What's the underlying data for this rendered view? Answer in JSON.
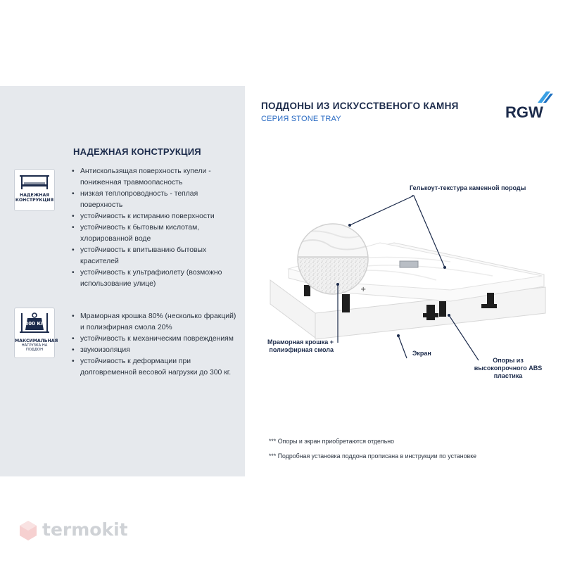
{
  "header": {
    "title": "ПОДДОНЫ ИЗ ИСКУССТВЕНОГО КАМНЯ",
    "subtitle": "СЕРИЯ STONE TRAY",
    "brand": "RGW"
  },
  "sections": [
    {
      "title": "НАДЕЖНАЯ КОНСТРУКЦИЯ",
      "badge": {
        "caption": "НАДЕЖНАЯ КОНСТРУКЦИЯ",
        "icon": "shelf-icon"
      },
      "items": [
        "Антискользящая поверхность купели - пониженная травмоопасность",
        "низкая теплопроводность - теплая поверхность",
        "устойчивость к истиранию поверхности",
        "устойчивость к бытовым кислотам, хлорированной воде",
        "устойчивость к впитыванию бытовых красителей",
        "устойчивость к ультрафиолету (возможно использование улице)"
      ]
    },
    {
      "badge": {
        "weight": "300 КГ",
        "caption": "МАКСИМАЛЬНАЯ",
        "caption2": "НАГРУЗКА НА ПОДДОН",
        "icon": "weight-icon"
      },
      "items": [
        "Мраморная крошка 80% (несколько фракций) и полиэфирная смола 20%",
        "устойчивость к механическим повреждениям",
        "звукоизоляция",
        "устойчивость к деформации при долговременной весовой нагрузки до 300 кг."
      ]
    }
  ],
  "callouts": {
    "gelcoat": "Гелькоут-текстура каменной породы",
    "marble": "Мраморная крошка + полиэфирная смола",
    "screen": "Экран",
    "supports": "Опоры из высокопрочного ABS пластика"
  },
  "notes": [
    "*** Опоры и экран приобретаются отдельно",
    "*** Подробная установка поддона прописана в инструкции по установке"
  ],
  "watermark": "termokit",
  "colors": {
    "panel": "#e6e9ed",
    "navy": "#1c2b4b",
    "accent_blue": "#2a6bc3",
    "logo_blue": "#3aa0e4"
  }
}
